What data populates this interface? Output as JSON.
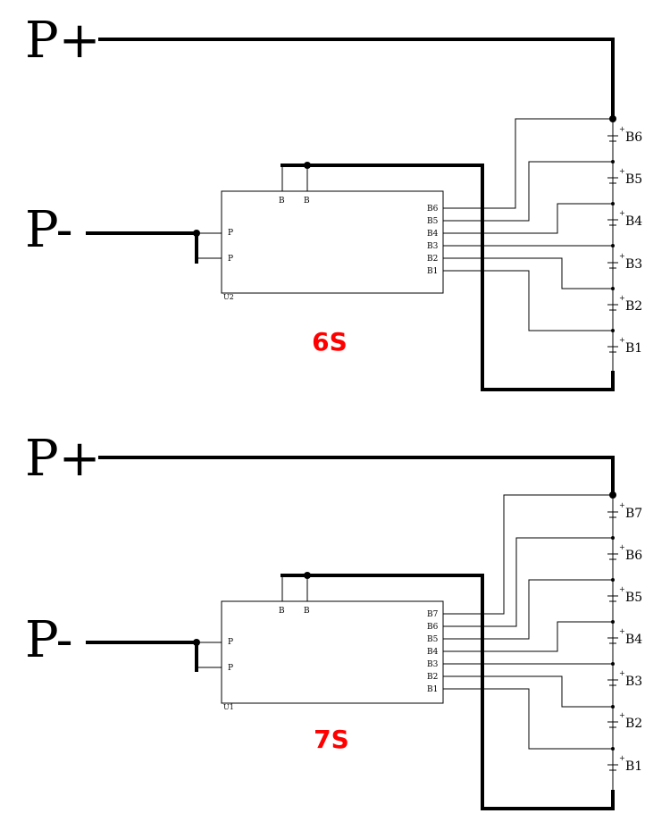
{
  "colors": {
    "line": "#000000",
    "title": "#ff0000",
    "background": "#ffffff"
  },
  "diagrams": [
    {
      "title": "6S",
      "p_plus": "P+",
      "p_minus": "P-",
      "chip_ref": "U2",
      "top_pin_labels": [
        "B",
        "B"
      ],
      "left_pin_labels": [
        "P",
        "P"
      ],
      "chip_pins": [
        "B6",
        "B5",
        "B4",
        "B3",
        "B2",
        "B1"
      ],
      "batteries": [
        "B6",
        "B5",
        "B4",
        "B3",
        "B2",
        "B1"
      ],
      "plus_mark": "+"
    },
    {
      "title": "7S",
      "p_plus": "P+",
      "p_minus": "P-",
      "chip_ref": "U1",
      "top_pin_labels": [
        "B",
        "B"
      ],
      "left_pin_labels": [
        "P",
        "P"
      ],
      "chip_pins": [
        "B7",
        "B6",
        "B5",
        "B4",
        "B3",
        "B2",
        "B1"
      ],
      "batteries": [
        "B7",
        "B6",
        "B5",
        "B4",
        "B3",
        "B2",
        "B1"
      ],
      "plus_mark": "+"
    }
  ]
}
